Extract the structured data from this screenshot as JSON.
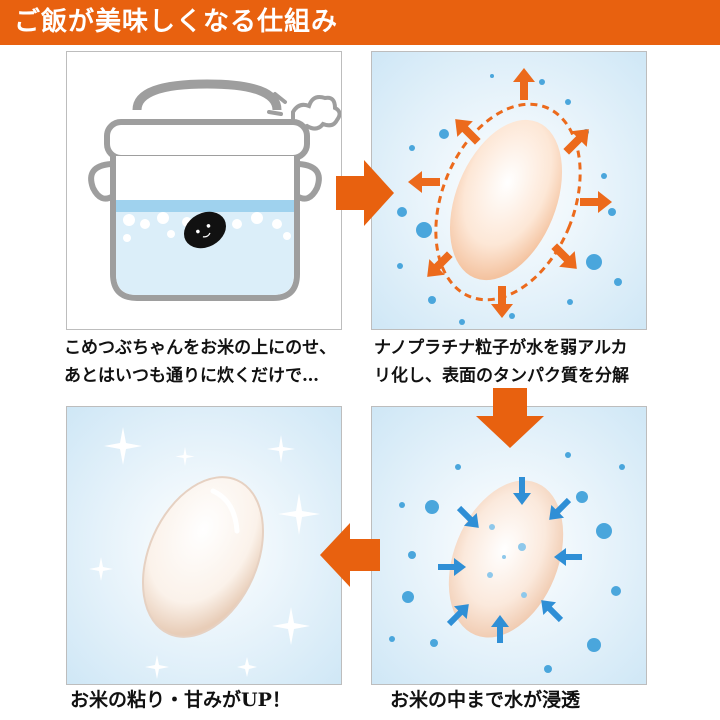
{
  "header": {
    "title": "ご飯が美味しくなる仕組み",
    "background": "#e8610f"
  },
  "steps": [
    {
      "caption_line1": "こめつぶちゃんをお米の上にのせ、",
      "caption_line2": "あとはいつも通りに炊くだけで…"
    },
    {
      "caption_line1": "ナノプラチナ粒子が水を弱アルカ",
      "caption_line2": "リ化し、表面のタンパク質を分解"
    },
    {
      "caption_line1": "お米の中まで水が浸透"
    },
    {
      "caption_line1": "お米の粘り・甘みがUP！"
    }
  ],
  "colors": {
    "accent_orange": "#e8610f",
    "arrow_orange": "#ec6a1c",
    "water_blue": "#4aa6dc",
    "panel_bg_blue": "#d7ecf8"
  }
}
